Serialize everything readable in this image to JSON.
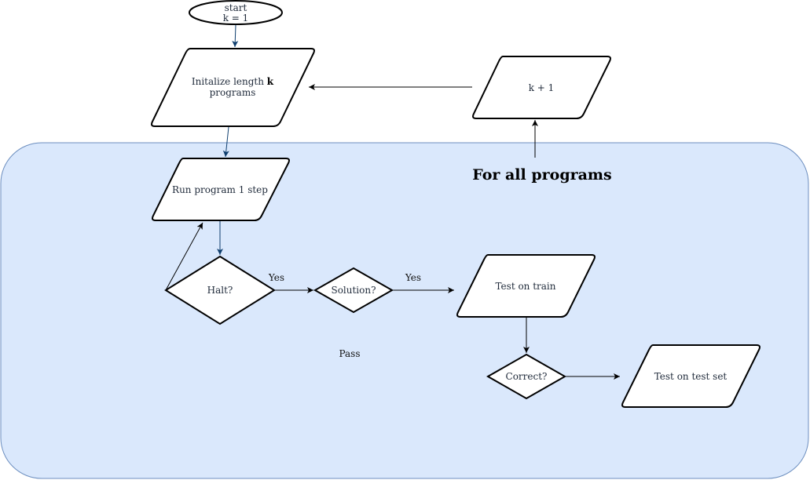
{
  "region": {
    "title": "For all programs"
  },
  "nodes": {
    "start": {
      "line1": "start",
      "line2": "k = 1"
    },
    "init": {
      "prefix": "Initalize length ",
      "bold": "k",
      "line2": "programs"
    },
    "increment": {
      "label": "k + 1"
    },
    "run": {
      "label": "Run program 1 step"
    },
    "halt": {
      "label": "Halt?"
    },
    "solution": {
      "label": "Solution?"
    },
    "train": {
      "label": "Test on train"
    },
    "correct": {
      "label": "Correct?"
    },
    "test": {
      "label": "Test on test set"
    }
  },
  "edges": {
    "halt_yes": "Yes",
    "solution_yes": "Yes",
    "pass": "Pass"
  },
  "colors": {
    "region_fill": "#dae8fc",
    "region_stroke": "#6c8ebf",
    "blue_arrow": "#0e3e6e",
    "black_arrow": "#000000"
  }
}
